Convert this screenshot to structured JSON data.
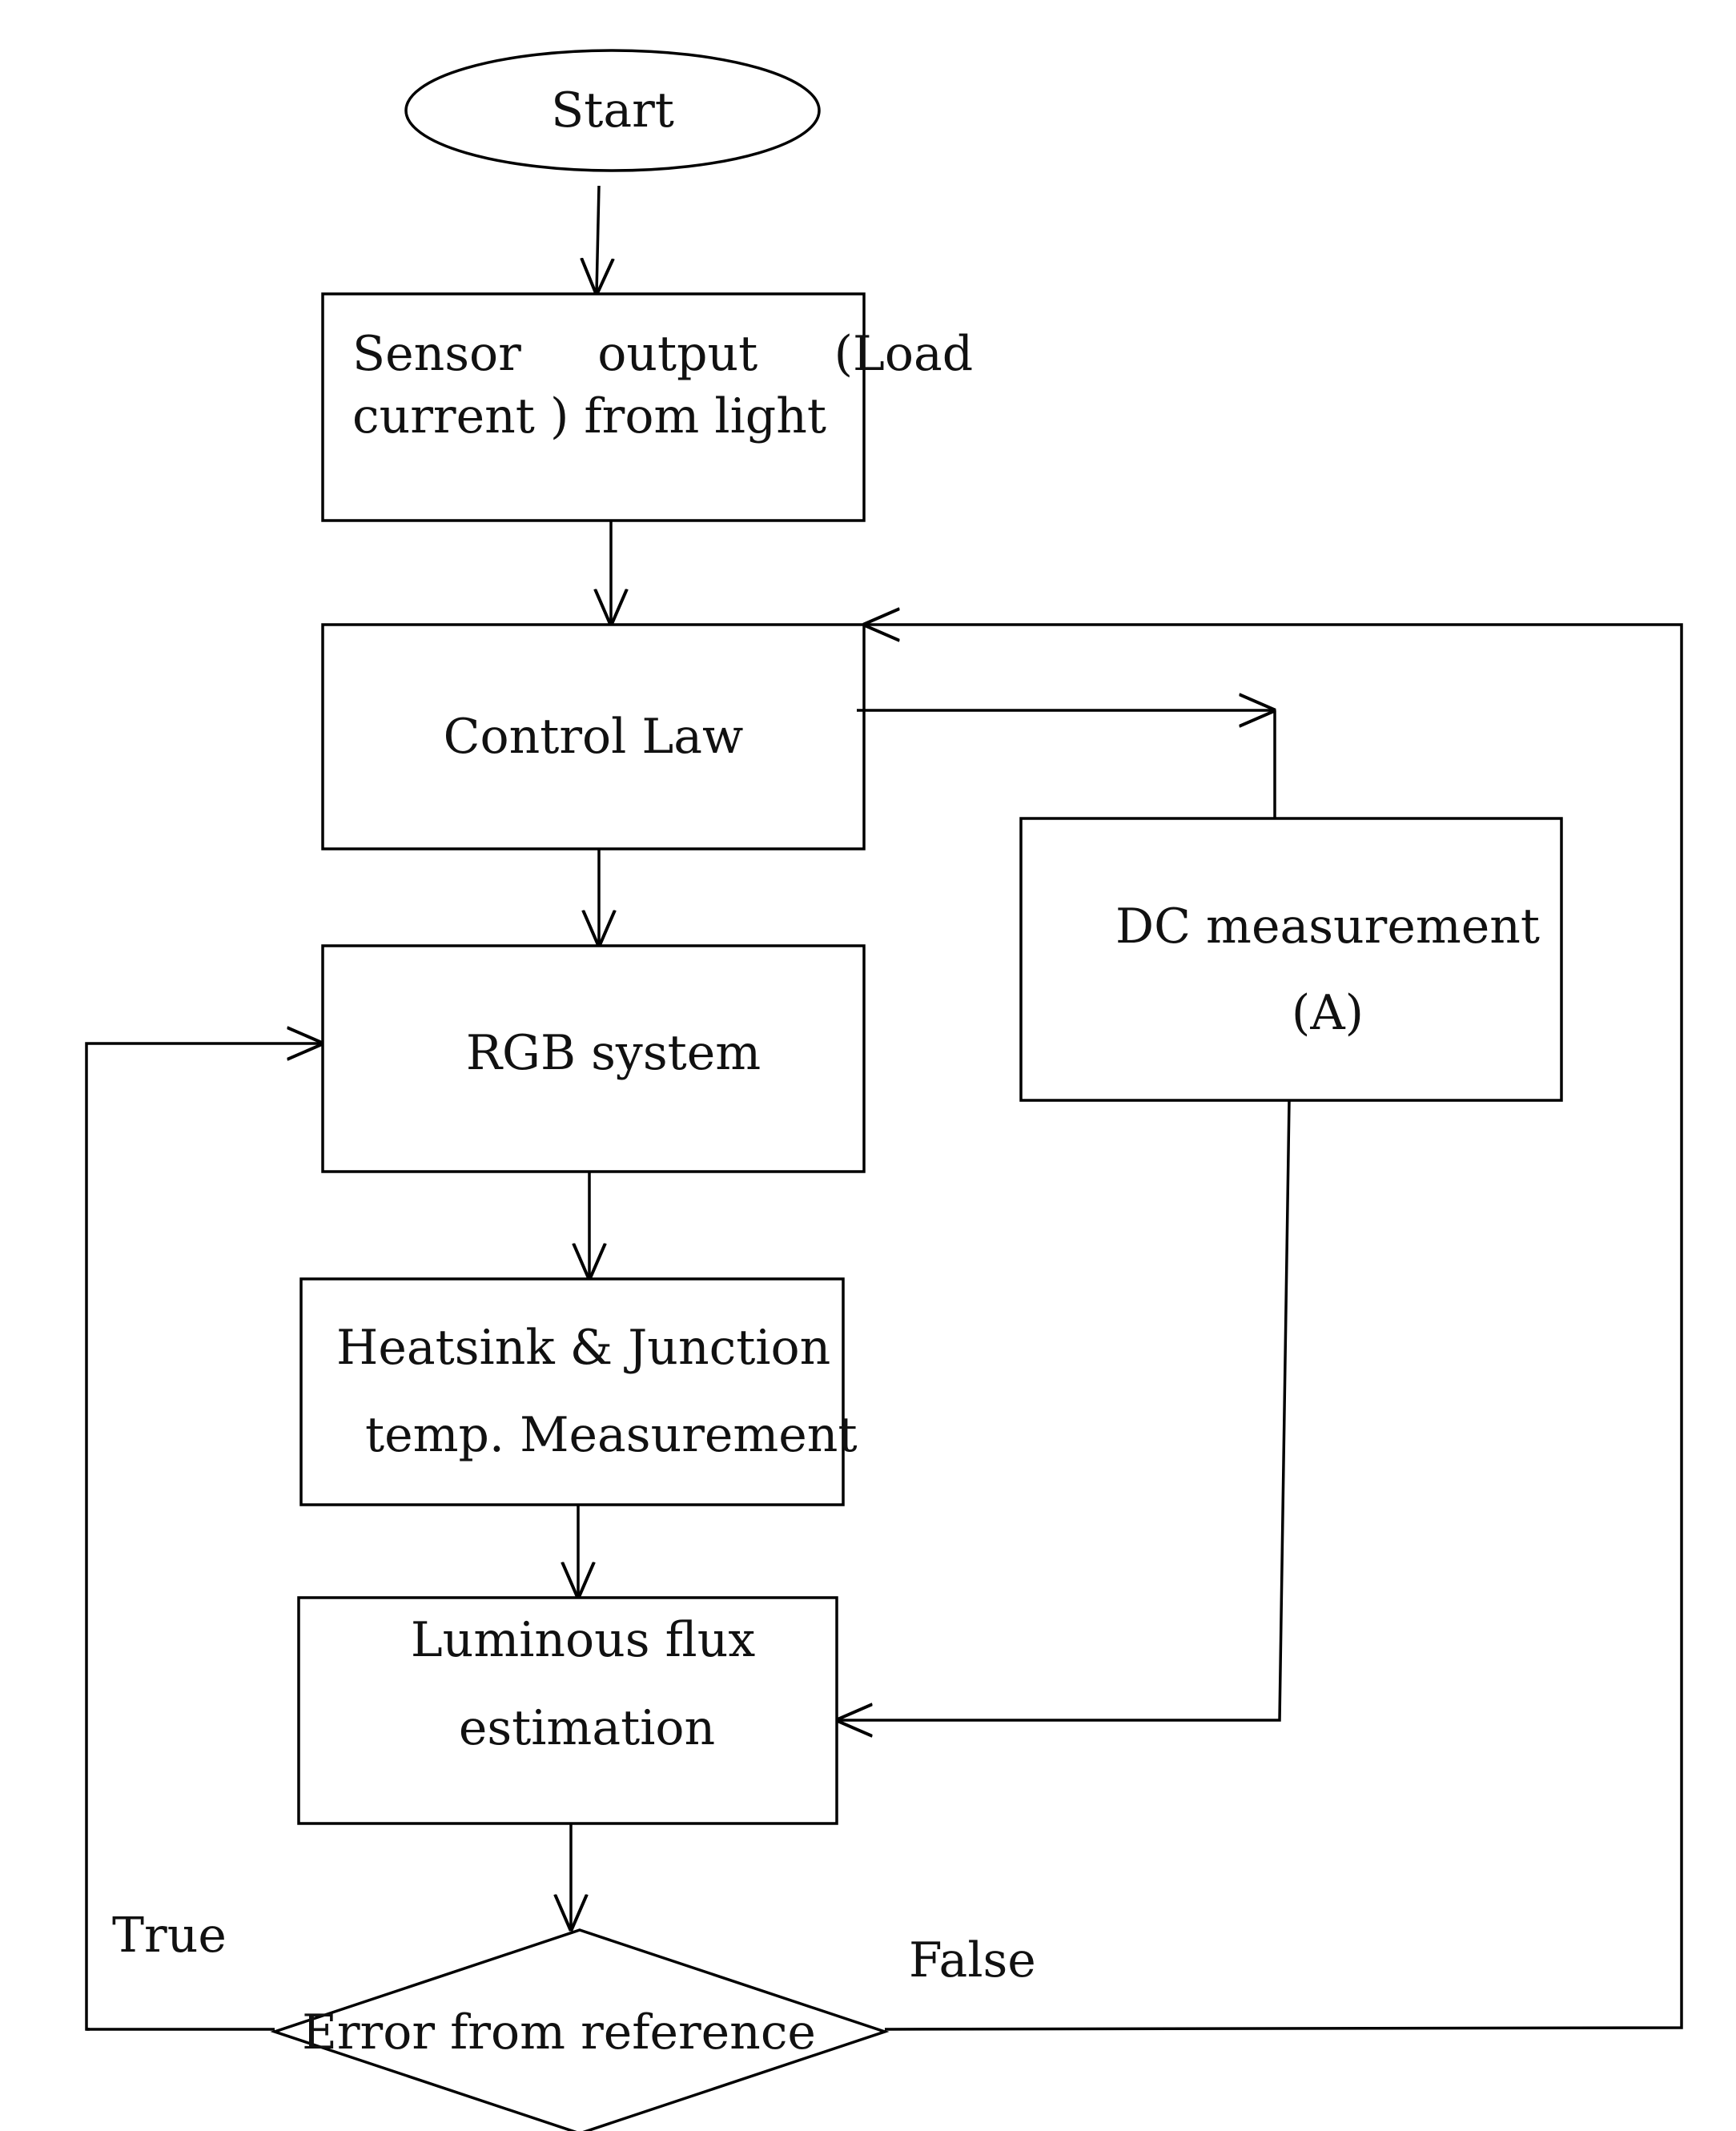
{
  "nodes": {
    "start": "Start",
    "sensor_line1": "Sensor     output     (Load",
    "sensor_line2": "current ) from light",
    "control_law": "Control Law",
    "dc_line1": "DC measurement",
    "dc_line2": "(A)",
    "rgb": "RGB system",
    "heatsink_line1": "Heatsink & Junction",
    "heatsink_line2": "temp. Measurement",
    "luminous_line1": "Luminous flux",
    "luminous_line2": "estimation",
    "decision": "Error from reference"
  },
  "edge_labels": {
    "true": "True",
    "false": "False"
  },
  "colors": {
    "stroke": "#000000",
    "background": "#ffffff"
  }
}
